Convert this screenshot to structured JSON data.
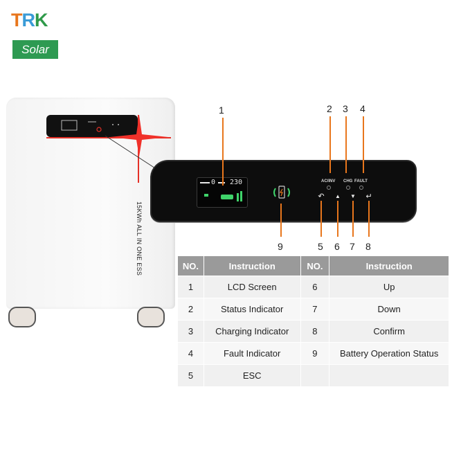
{
  "brand": {
    "logo_letters": [
      "T",
      "R",
      "K"
    ],
    "tagline": "Solar",
    "colors": {
      "t": "#e8761c",
      "r": "#3a9bd7",
      "k": "#2f9a4a",
      "badge": "#2e9a52"
    }
  },
  "product": {
    "side_label": "15KWh ALL IN ONE ESS",
    "accent_color": "#e53027"
  },
  "panel": {
    "lcd_top_left": "0",
    "lcd_top_right": "230",
    "indicators": [
      "AC/INV",
      "CHG",
      "FAULT"
    ],
    "buttons": [
      {
        "icon": "esc-icon",
        "glyph": "↶"
      },
      {
        "icon": "up-icon",
        "glyph": "▲"
      },
      {
        "icon": "down-icon",
        "glyph": "▼"
      },
      {
        "icon": "confirm-icon",
        "glyph": "↵"
      }
    ]
  },
  "callouts": [
    "1",
    "2",
    "3",
    "4",
    "5",
    "6",
    "7",
    "8",
    "9"
  ],
  "table": {
    "headers": [
      "NO.",
      "Instruction",
      "NO.",
      "Instruction"
    ],
    "rows": [
      [
        "1",
        "LCD Screen",
        "6",
        "Up"
      ],
      [
        "2",
        "Status Indicator",
        "7",
        "Down"
      ],
      [
        "3",
        "Charging Indicator",
        "8",
        "Confirm"
      ],
      [
        "4",
        "Fault Indicator",
        "9",
        "Battery Operation Status"
      ],
      [
        "5",
        "ESC",
        "",
        ""
      ]
    ]
  }
}
